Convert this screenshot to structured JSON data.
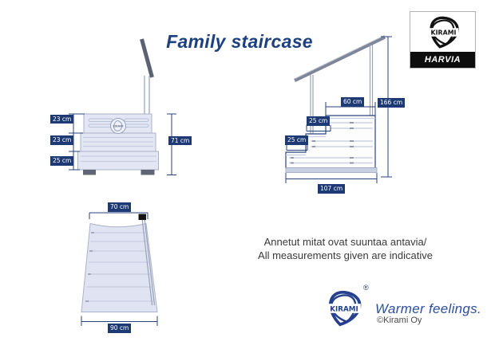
{
  "title": "Family staircase",
  "brand_box": {
    "kirami": "KIRAMI",
    "harvia": "HARVIA"
  },
  "front_view": {
    "emblem": "KIRAMI",
    "dim_top": "23 cm",
    "dim_mid": "23 cm",
    "dim_bottom": "25 cm",
    "dim_height": "71 cm"
  },
  "side_view": {
    "dim_platform": "60 cm",
    "dim_step_upper": "25 cm",
    "dim_step_lower": "25 cm",
    "dim_total_height": "166 cm",
    "dim_length": "107 cm"
  },
  "top_view": {
    "dim_top_width": "70 cm",
    "dim_bottom_width": "90 cm"
  },
  "note": {
    "line1": "Annetut mitat ovat suuntaa antavia/",
    "line2": "All measurements given are indicative"
  },
  "footer": {
    "kirami": "KIRAMI",
    "registered": "®",
    "tagline": "Warmer feelings.",
    "copyright": "©Kirami Oy"
  },
  "colors": {
    "label_navy": "#1e3a75",
    "line_navy": "#27417d",
    "title_blue": "#1d4080",
    "tagline_blue": "#2d4f9e",
    "drawing_fill": "#e3e7f3",
    "drawing_stroke": "#a9b2c7",
    "rail_dark": "#5b6273",
    "harvia_black": "#0d0d0d"
  }
}
